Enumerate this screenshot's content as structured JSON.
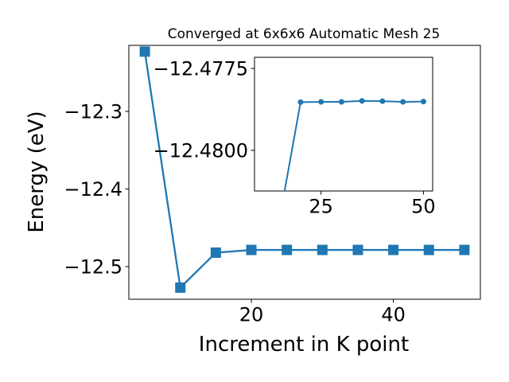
{
  "chart_data": [
    {
      "type": "line",
      "title": "Converged at 6x6x6 Automatic Mesh 25",
      "xlabel": "Increment in K point",
      "ylabel": "Energy (eV)",
      "xlim": [
        2.75,
        52.25
      ],
      "ylim": [
        -12.542,
        -12.215
      ],
      "xticks": [
        20,
        40
      ],
      "xtick_labels": [
        "20",
        "40"
      ],
      "yticks": [
        -12.3,
        -12.4,
        -12.5
      ],
      "ytick_labels": [
        "−12.3",
        "−12.4",
        "−12.5"
      ],
      "grid": false,
      "marker": "square",
      "color": "#1f77b4",
      "series": [
        {
          "x": [
            5,
            10,
            15,
            20,
            25,
            30,
            35,
            40,
            45,
            50
          ],
          "values": [
            -12.223,
            -12.527,
            -12.482,
            -12.4785,
            -12.4785,
            -12.4785,
            -12.4785,
            -12.4785,
            -12.4785,
            -12.4785
          ]
        }
      ]
    },
    {
      "type": "line",
      "inset": true,
      "xlim": [
        8.75,
        52.25
      ],
      "ylim": [
        -12.48124,
        -12.47716
      ],
      "xticks": [
        25,
        50
      ],
      "xtick_labels": [
        "25",
        "50"
      ],
      "yticks": [
        -12.48,
        -12.4775
      ],
      "ytick_labels": [
        "−12.4800",
        "−12.4775"
      ],
      "grid": false,
      "marker": "circle",
      "color": "#1f77b4",
      "series": [
        {
          "x": [
            15,
            20,
            25,
            30,
            35,
            40,
            45,
            50
          ],
          "values": [
            -12.482,
            -12.47853,
            -12.47852,
            -12.47852,
            -12.47849,
            -12.4785,
            -12.47852,
            -12.47851
          ]
        }
      ]
    }
  ]
}
